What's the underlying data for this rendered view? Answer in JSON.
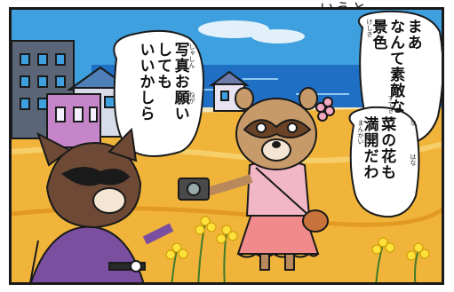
{
  "caption_fragment": "いうと",
  "bubbles": {
    "right_top": {
      "lines": [
        "まあ",
        "なんて素敵な",
        "景色"
      ],
      "ruby": [
        "すてき",
        "けしき"
      ]
    },
    "left": {
      "lines": [
        "写真お願い",
        "しても",
        "いいかしら"
      ],
      "ruby": [
        "しゃしん",
        "ねが"
      ]
    },
    "right_bottom": {
      "lines": [
        "菜の花も",
        "満開だわ"
      ],
      "ruby": [
        "な",
        "はな",
        "まんかい"
      ]
    }
  },
  "colors": {
    "sky": "#3ea0de",
    "sea": "#1f6fc4",
    "field": "#f1b43a",
    "outline": "#1a1a1a"
  }
}
